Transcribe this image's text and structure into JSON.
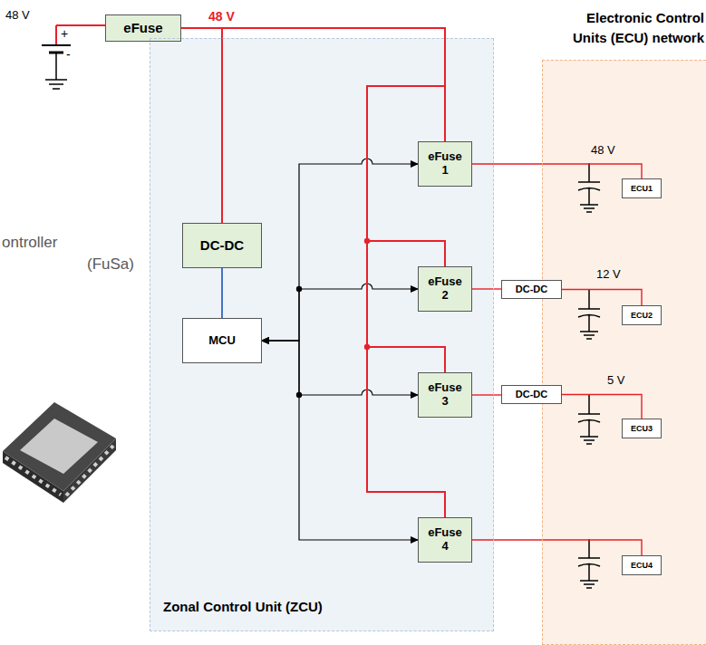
{
  "diagram": {
    "nodes": [
      {
        "text": [
          "eFuse"
        ]
      },
      {
        "text": [
          "Zonal Control Unit (ZCU)"
        ]
      },
      {
        "text": [
          "DC-DC"
        ],
        "in": 1
      },
      {
        "text": [
          "MCU"
        ],
        "in": 1
      },
      {
        "text": [
          "eFuse",
          "1"
        ],
        "in": 1
      },
      {
        "text": [
          "eFuse",
          "2"
        ],
        "in": 1
      },
      {
        "text": [
          "eFuse",
          "3"
        ],
        "in": 1
      },
      {
        "text": [
          "eFuse",
          "4"
        ],
        "in": 1
      },
      {
        "text": [
          "Electronic Control Units (ECU) network"
        ]
      },
      {
        "text": [
          "DC-DC"
        ]
      },
      {
        "text": [
          "DC-DC"
        ]
      },
      {
        "text": [
          "ECU1"
        ],
        "in": 8
      },
      {
        "text": [
          "ECU2"
        ],
        "in": 8
      },
      {
        "text": [
          "ECU3"
        ],
        "in": 8
      },
      {
        "text": [
          "ECU4"
        ],
        "in": 8
      }
    ],
    "edges": [
      {
        "from": 0,
        "to": 2,
        "arrow": "none"
      },
      {
        "from": 0,
        "to": 4,
        "arrow": "none"
      },
      {
        "from": 0,
        "to": 5,
        "arrow": "none"
      },
      {
        "from": 0,
        "to": 6,
        "arrow": "none"
      },
      {
        "from": 0,
        "to": 7,
        "arrow": "none"
      },
      {
        "from": 2,
        "to": 3,
        "arrow": "none"
      },
      {
        "from": 3,
        "to": 4,
        "arrow": "both"
      },
      {
        "from": 3,
        "to": 5,
        "arrow": "both"
      },
      {
        "from": 3,
        "to": 6,
        "arrow": "both"
      },
      {
        "from": 3,
        "to": 7,
        "arrow": "both"
      },
      {
        "from": 4,
        "to": 11,
        "arrow": "none"
      },
      {
        "from": 5,
        "to": 9,
        "arrow": "none"
      },
      {
        "from": 9,
        "to": 12,
        "arrow": "none"
      },
      {
        "from": 6,
        "to": 10,
        "arrow": "none"
      },
      {
        "from": 10,
        "to": 13,
        "arrow": "none"
      },
      {
        "from": 7,
        "to": 14,
        "arrow": "none"
      }
    ],
    "labels": [
      "48 V",
      "+",
      "-",
      "48 V",
      "ontroller",
      "(FuSa)",
      "48 V",
      "12 V",
      "5 V"
    ]
  }
}
